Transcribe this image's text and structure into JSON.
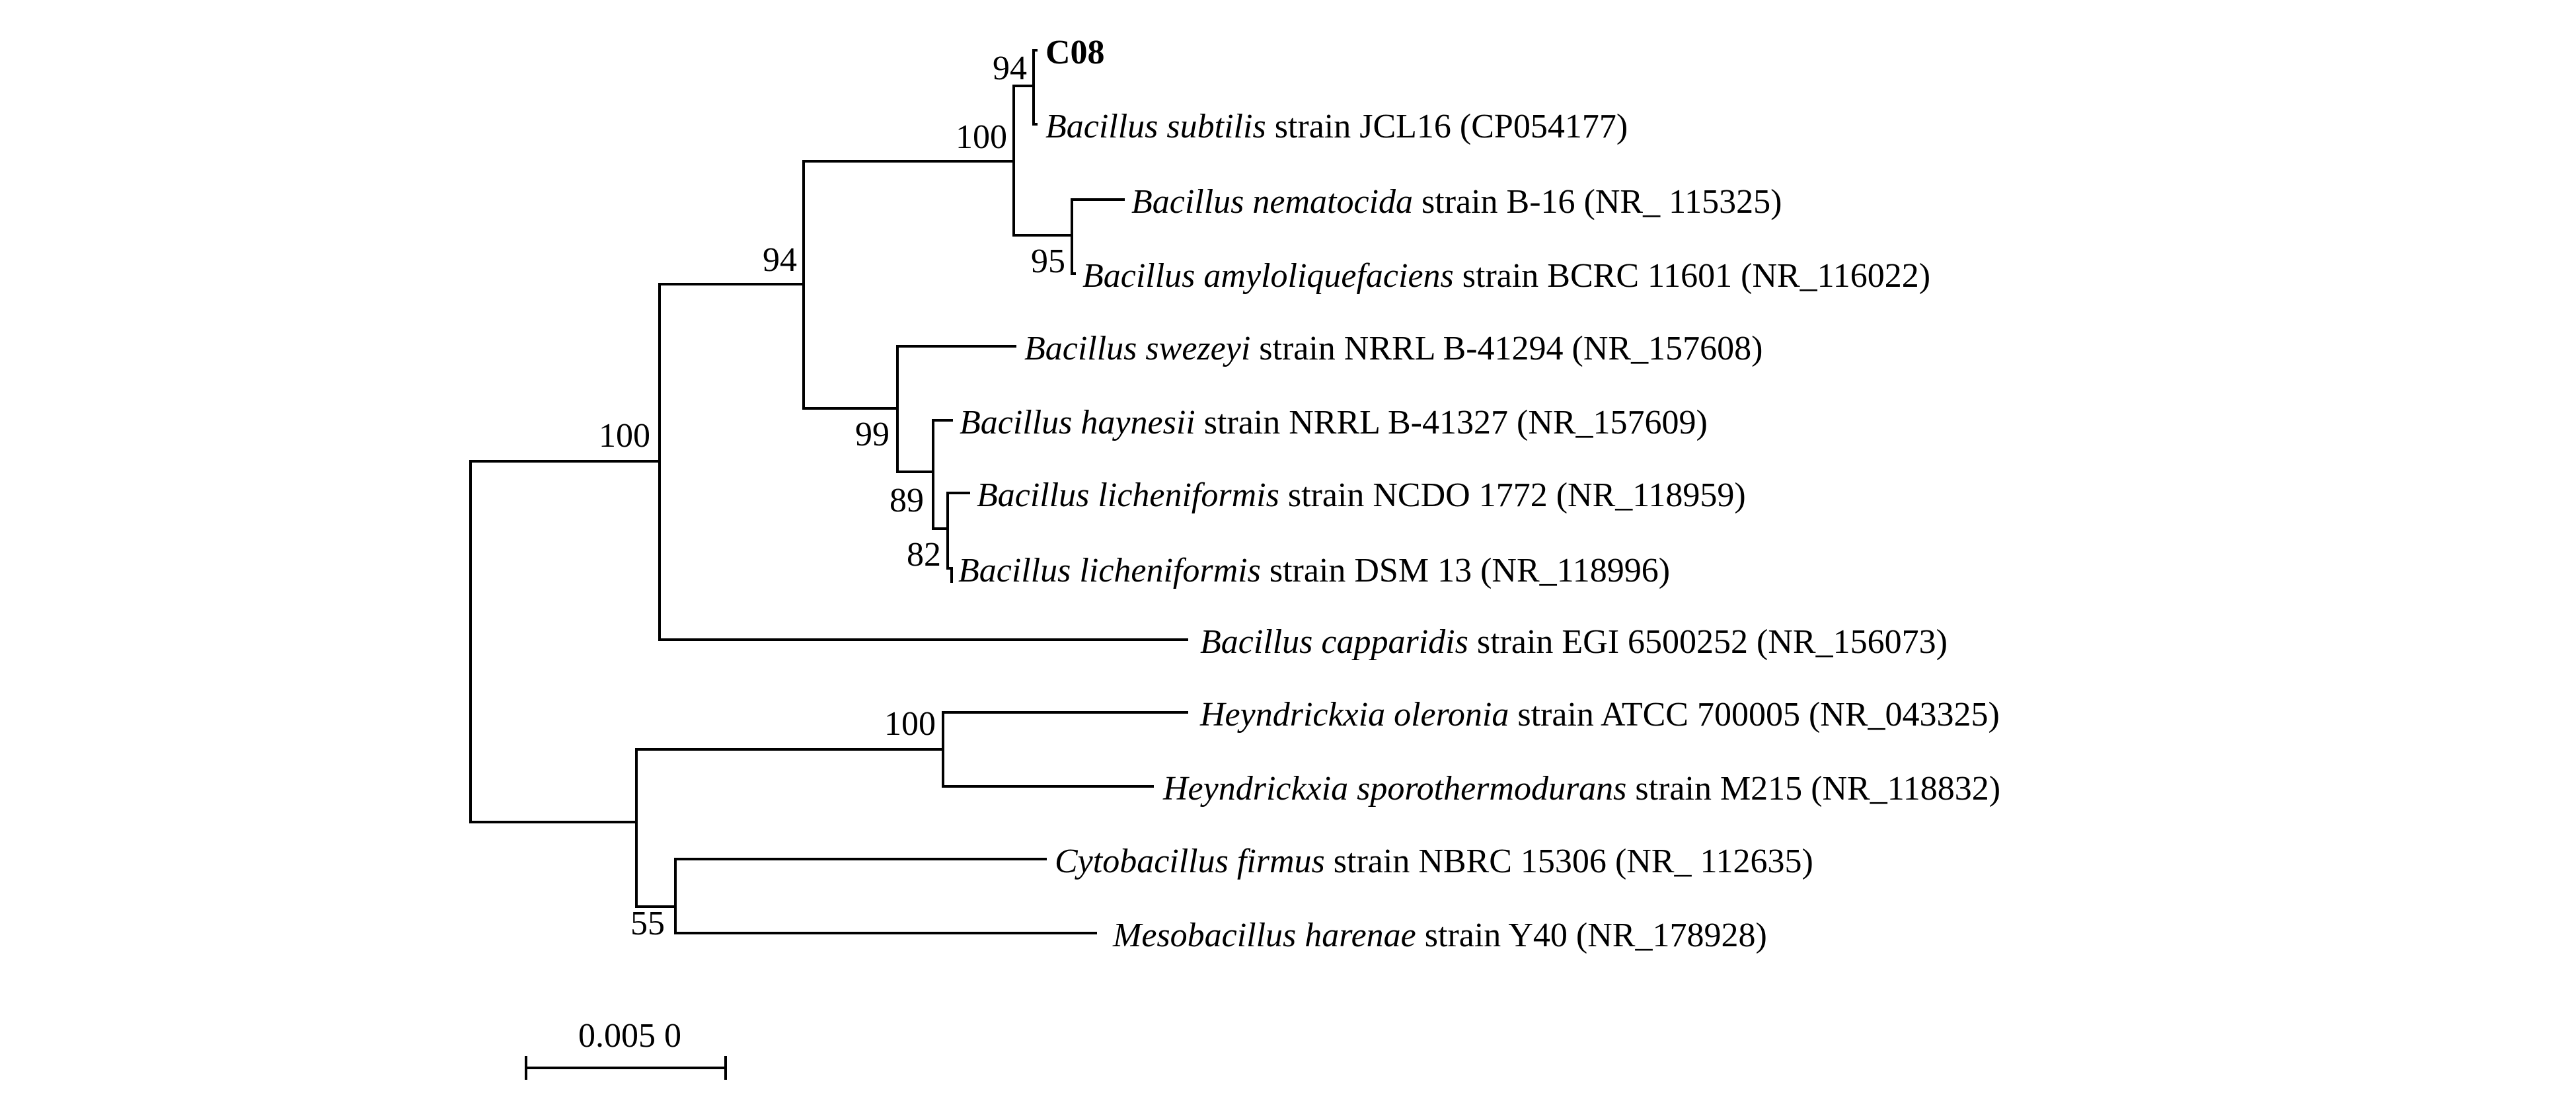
{
  "tree": {
    "taxa": [
      {
        "id": "c08",
        "name": "C08",
        "bold": true,
        "genus_species": "",
        "strain": "",
        "accession": ""
      },
      {
        "id": "bsub",
        "genus_species": "Bacillus subtilis",
        "strain": "strain JCL16",
        "accession": "(CP054177)"
      },
      {
        "id": "bnem",
        "genus_species": "Bacillus nematocida",
        "strain": "strain B-16",
        "accession": "(NR_ 115325)"
      },
      {
        "id": "bamy",
        "genus_species": "Bacillus amyloliquefaciens",
        "strain": "strain BCRC 11601",
        "accession": "(NR_116022)"
      },
      {
        "id": "bswe",
        "genus_species": "Bacillus swezeyi",
        "strain": "strain NRRL B-41294",
        "accession": "(NR_157608)"
      },
      {
        "id": "bhay",
        "genus_species": "Bacillus haynesii",
        "strain": "strain NRRL B-41327",
        "accession": "(NR_157609)"
      },
      {
        "id": "blic1",
        "genus_species": "Bacillus licheniformis",
        "strain": "strain NCDO 1772",
        "accession": "(NR_118959)"
      },
      {
        "id": "blic2",
        "genus_species": "Bacillus licheniformis",
        "strain": "strain DSM 13",
        "accession": "(NR_118996)"
      },
      {
        "id": "bcap",
        "genus_species": "Bacillus capparidis",
        "strain": "strain EGI 6500252",
        "accession": "(NR_156073)"
      },
      {
        "id": "hole",
        "genus_species": "Heyndrickxia oleronia",
        "strain": "strain ATCC 700005",
        "accession": "(NR_043325)"
      },
      {
        "id": "hspo",
        "genus_species": "Heyndrickxia sporothermodurans",
        "strain": "strain M215",
        "accession": "(NR_118832)"
      },
      {
        "id": "cfir",
        "genus_species": "Cytobacillus firmus",
        "strain": "strain NBRC 15306",
        "accession": "(NR_ 112635)"
      },
      {
        "id": "mhar",
        "genus_species": "Mesobacillus harenae",
        "strain": "strain Y40",
        "accession": "(NR_178928)"
      }
    ],
    "bootstrap_values": [
      {
        "id": "bs-c08-bsub",
        "value": "94"
      },
      {
        "id": "bs-subtilis-clade",
        "value": "100"
      },
      {
        "id": "bs-nem-amy",
        "value": "95"
      },
      {
        "id": "bs-subtilis-licheniformis",
        "value": "94"
      },
      {
        "id": "bs-licheniformis-clade",
        "value": "99"
      },
      {
        "id": "bs-lic-pair",
        "value": "89"
      },
      {
        "id": "bs-lic-inner",
        "value": "82"
      },
      {
        "id": "bs-bacillus-clade",
        "value": "100"
      },
      {
        "id": "bs-heyndrickxia",
        "value": "100"
      },
      {
        "id": "bs-cyto-meso",
        "value": "55"
      }
    ],
    "scale_bar": {
      "label": "0.005 0"
    }
  }
}
